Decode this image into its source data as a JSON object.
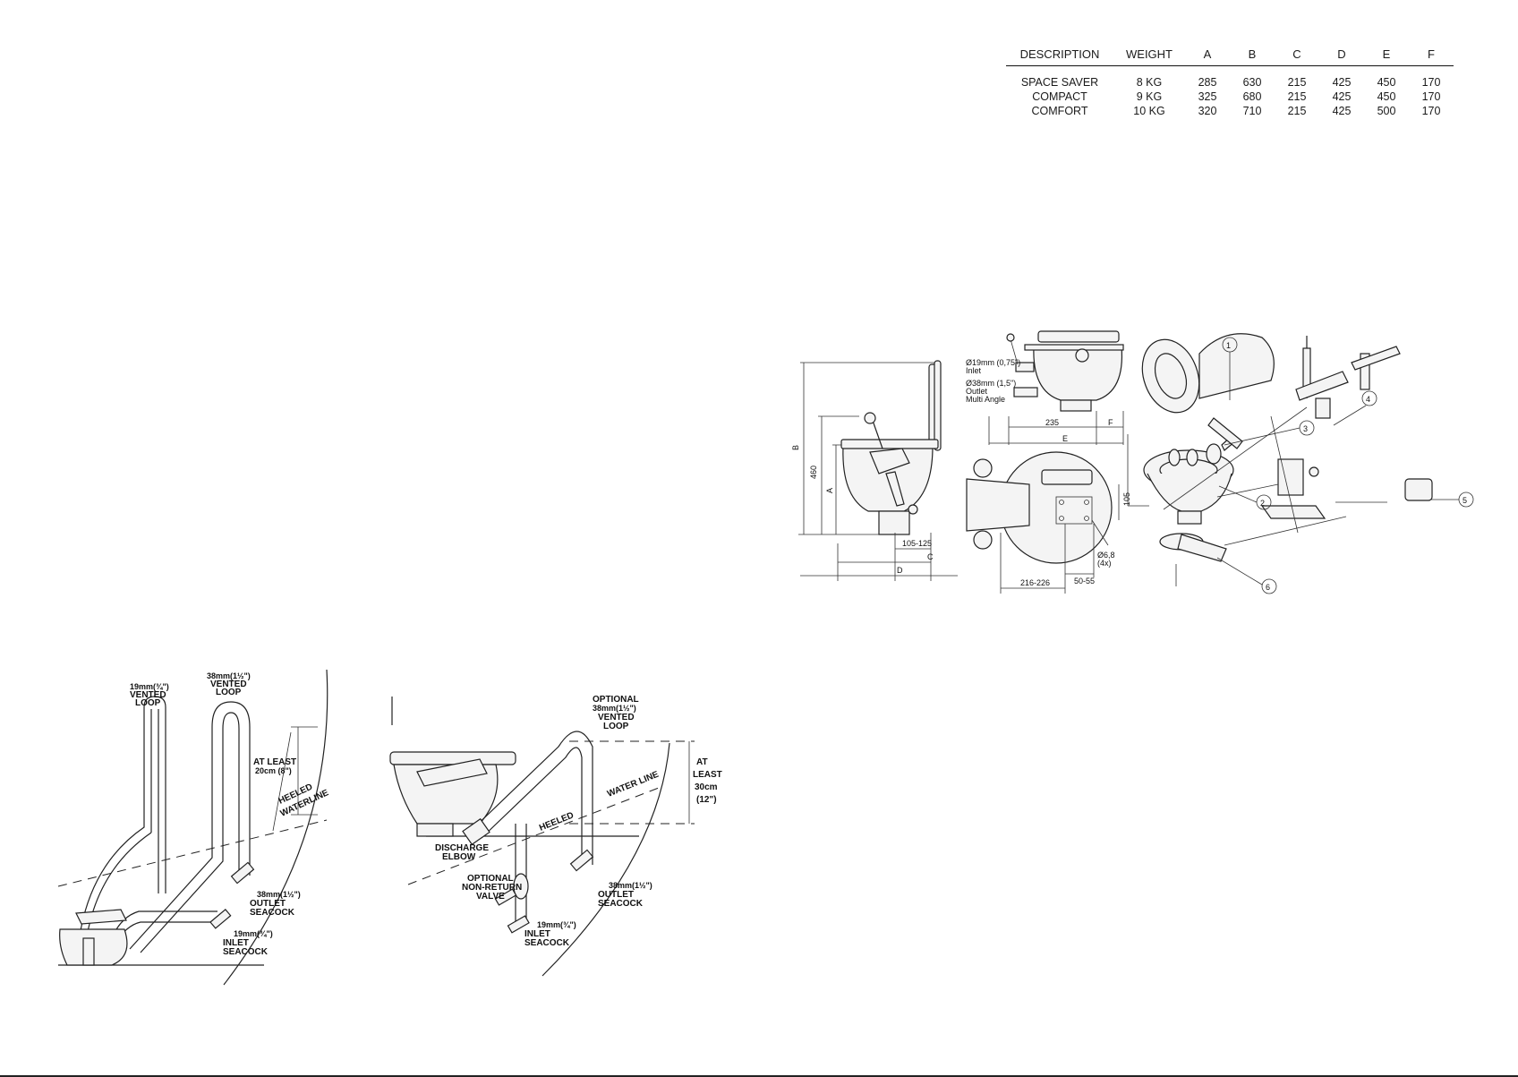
{
  "spec_table": {
    "headers": [
      "DESCRIPTION",
      "WEIGHT",
      "A",
      "B",
      "C",
      "D",
      "E",
      "F"
    ],
    "rows": [
      [
        "SPACE SAVER",
        "8 KG",
        "285",
        "630",
        "215",
        "425",
        "450",
        "170"
      ],
      [
        "COMPACT",
        "9 KG",
        "325",
        "680",
        "215",
        "425",
        "450",
        "170"
      ],
      [
        "COMFORT",
        "10 KG",
        "320",
        "710",
        "215",
        "425",
        "500",
        "170"
      ]
    ]
  },
  "side_view": {
    "dim_b": "B",
    "dim_460": "460",
    "dim_a": "A",
    "dim_105_125": "105-125",
    "dim_c": "C",
    "dim_d": "D"
  },
  "rear_view": {
    "inlet_size": "Ø19mm (0,75\")",
    "inlet": "Inlet",
    "outlet_size": "Ø38mm (1,5\")",
    "outlet": "Outlet",
    "multi_angle": "Multi Angle",
    "dim_235": "235",
    "dim_f": "F",
    "dim_e": "E"
  },
  "top_view": {
    "dim_105": "105",
    "hole": "Ø6,8",
    "hole_count": "(4x)",
    "dim_50_55": "50-55",
    "dim_216_226": "216-226"
  },
  "exploded_view": {
    "callouts": [
      "1",
      "2",
      "3",
      "4",
      "5",
      "6"
    ]
  },
  "install_left": {
    "small_loop_size": "19mm(¾\")",
    "small_loop_l1": "VENTED",
    "small_loop_l2": "LOOP",
    "big_loop_size": "38mm(1½\")",
    "big_loop_l1": "VENTED",
    "big_loop_l2": "LOOP",
    "at_least_l1": "AT LEAST",
    "at_least_l2": "20cm (8\")",
    "heeled": "HEELED",
    "waterline": "WATERLINE",
    "outlet_size": "38mm(1½\")",
    "outlet_l1": "OUTLET",
    "outlet_l2": "SEACOCK",
    "inlet_size": "19mm(¾\")",
    "inlet_l1": "INLET",
    "inlet_l2": "SEACOCK"
  },
  "install_right": {
    "optional": "OPTIONAL",
    "loop_size": "38mm(1½\")",
    "vented": "VENTED",
    "loop": "LOOP",
    "at": "AT",
    "least": "LEAST",
    "cm": "30cm",
    "inch": "(12\")",
    "water_line": "WATER LINE",
    "heeled": "HEELED",
    "discharge": "DISCHARGE",
    "elbow": "ELBOW",
    "opt_valve_l1": "OPTIONAL",
    "opt_valve_l2": "NON-RETURN",
    "opt_valve_l3": "VALVE",
    "outlet_size": "38mm(1½\")",
    "outlet_l1": "OUTLET",
    "outlet_l2": "SEACOCK",
    "inlet_size": "19mm(¾\")",
    "inlet_l1": "INLET",
    "inlet_l2": "SEACOCK"
  }
}
